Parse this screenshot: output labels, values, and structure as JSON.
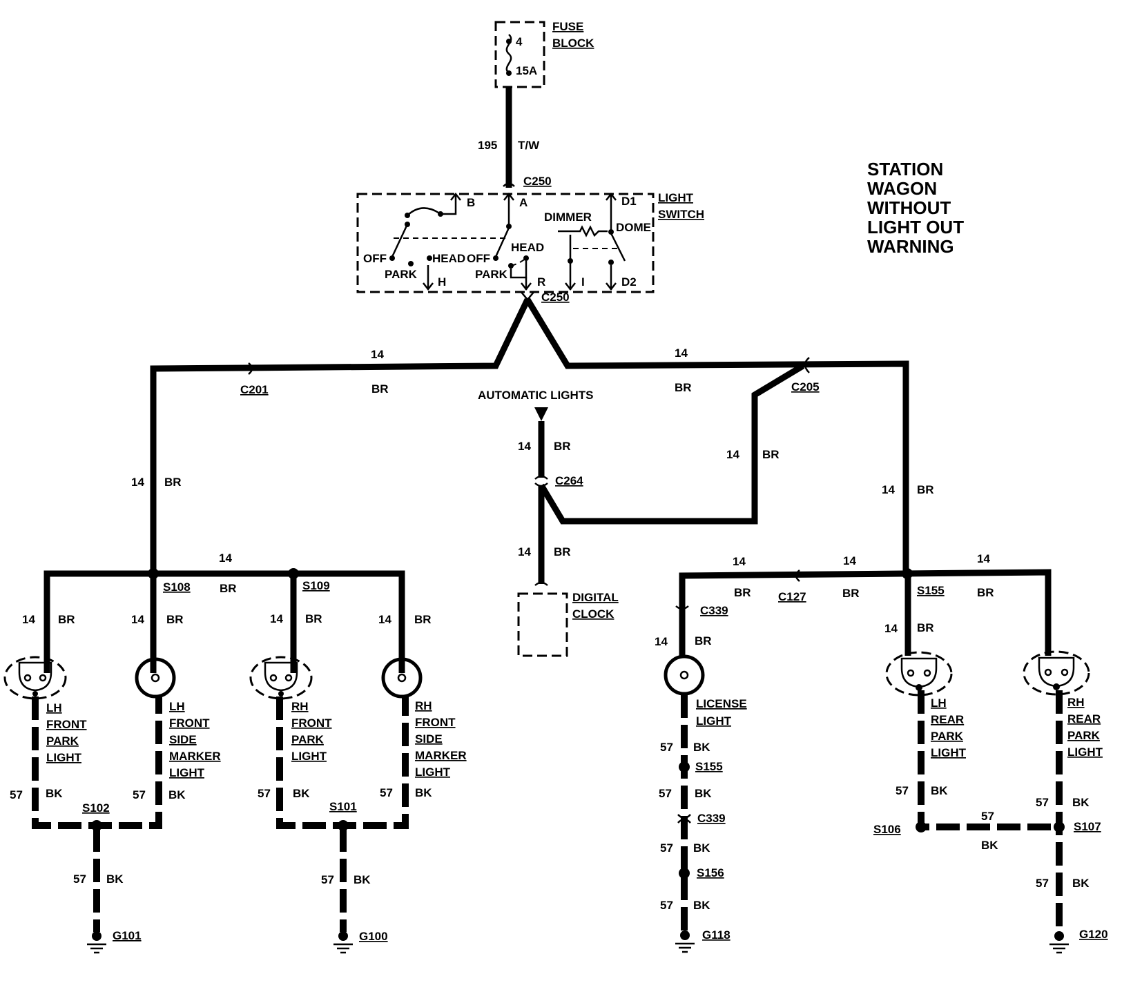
{
  "title_lines": [
    "STATION",
    "WAGON",
    "WITHOUT",
    "LIGHT OUT",
    "WARNING"
  ],
  "fuse_block": {
    "label1": "FUSE",
    "label2": "BLOCK",
    "fuse_num": "4",
    "rating": "15A"
  },
  "feed": {
    "circuit": "195",
    "color": "T/W"
  },
  "light_switch": {
    "label1": "LIGHT",
    "label2": "SWITCH",
    "connector_top": "C250",
    "connector_bottom": "C250",
    "terminals": {
      "b": "B",
      "a": "A",
      "d1": "D1",
      "h": "H",
      "r": "R",
      "i": "I",
      "d2": "D2"
    },
    "positions": {
      "off": "OFF",
      "park": "PARK",
      "head": "HEAD",
      "dimmer": "DIMMER",
      "dome": "DOME"
    }
  },
  "connectors": {
    "c201": "C201",
    "c205": "C205",
    "c264": "C264",
    "c339": "C339",
    "c127": "C127"
  },
  "splices": {
    "s108": "S108",
    "s109": "S109",
    "s155": "S155",
    "s102": "S102",
    "s101": "S101",
    "s156": "S156",
    "s106": "S106",
    "s107": "S107"
  },
  "grounds": {
    "g101": "G101",
    "g100": "G100",
    "g118": "G118",
    "g120": "G120"
  },
  "wire": {
    "br_num": "14",
    "br_color": "BR",
    "bk_num": "57",
    "bk_color": "BK"
  },
  "automatic_lights": "AUTOMATIC LIGHTS",
  "digital_clock": [
    "DIGITAL",
    "CLOCK"
  ],
  "components": {
    "lh_front_park": [
      "LH",
      "FRONT",
      "PARK",
      "LIGHT"
    ],
    "lh_front_side_marker": [
      "LH",
      "FRONT",
      "SIDE",
      "MARKER",
      "LIGHT"
    ],
    "rh_front_park": [
      "RH",
      "FRONT",
      "PARK",
      "LIGHT"
    ],
    "rh_front_side_marker": [
      "RH",
      "FRONT",
      "SIDE",
      "MARKER",
      "LIGHT"
    ],
    "license_light": [
      "LICENSE",
      "LIGHT"
    ],
    "lh_rear_park": [
      "LH",
      "REAR",
      "PARK",
      "LIGHT"
    ],
    "rh_rear_park": [
      "RH",
      "REAR",
      "PARK",
      "LIGHT"
    ]
  }
}
